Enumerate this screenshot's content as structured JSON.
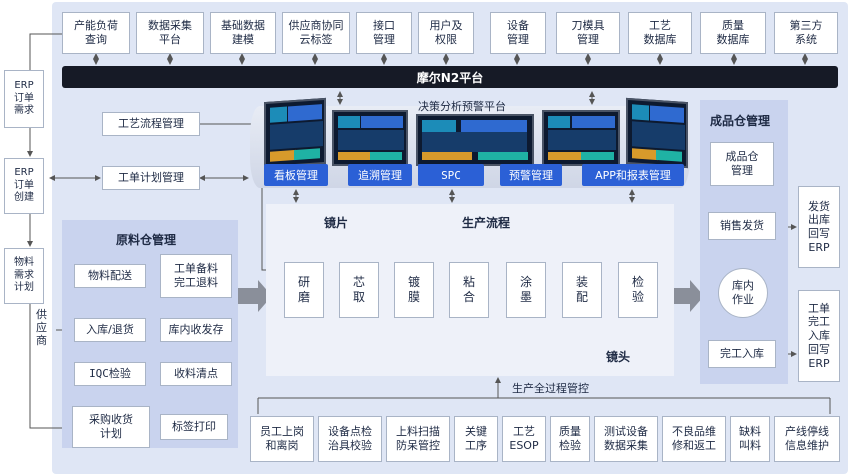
{
  "colors": {
    "panel": "#c9d3ee",
    "accent": "#2b60d6",
    "bar": "#161a26",
    "arrow": "#555555"
  },
  "top_modules": [
    {
      "id": "tm1",
      "label": "产能负荷\n查询"
    },
    {
      "id": "tm2",
      "label": "数据采集\n平台"
    },
    {
      "id": "tm3",
      "label": "基础数据\n建模"
    },
    {
      "id": "tm4",
      "label": "供应商协同\n云标签"
    },
    {
      "id": "tm5",
      "label": "接口\n管理"
    },
    {
      "id": "tm6",
      "label": "用户及\n权限"
    },
    {
      "id": "tm7",
      "label": "设备\n管理"
    },
    {
      "id": "tm8",
      "label": "刀模具\n管理"
    },
    {
      "id": "tm9",
      "label": "工艺\n数据库"
    },
    {
      "id": "tm10",
      "label": "质量\n数据库"
    },
    {
      "id": "tm11",
      "label": "第三方\n系统"
    }
  ],
  "platform_bar": "摩尔N2平台",
  "left_chain": [
    "ERP\n订单\n需求",
    "ERP\n订单\n创建",
    "物料\n需求\n计划"
  ],
  "supplier_label": "供\n应\n商",
  "process_mgmt": "工艺流程管理",
  "work_order_plan": "工单计划管理",
  "decision_title": "决策分析预警平台",
  "blue_buttons": [
    "看板管理",
    "追溯管理",
    "SPC",
    "预警管理",
    "APP和报表管理"
  ],
  "raw_warehouse": {
    "title": "原料仓管理",
    "items": {
      "delivery": "物料配送",
      "ticket": "工单备料\n完工退料",
      "in_out": "入库/退货",
      "stock": "库内收发存",
      "iqc": "IQC检验",
      "clear": "收料清点",
      "receive": "采购收货\n计划",
      "label_print": "标签打印"
    }
  },
  "production": {
    "lens_label": "镜片",
    "flow_label": "生产流程",
    "head_label": "镜头",
    "steps": [
      "研\n磨",
      "芯\n取",
      "镀\n膜",
      "粘\n合",
      "涂\n墨",
      "装\n配",
      "检\n验"
    ]
  },
  "finished_warehouse": {
    "title": "成品仓管理",
    "warehouse": "成品仓\n管理",
    "sales": "销售发货",
    "internal": "库内\n作业",
    "complete": "完工入库"
  },
  "right_outputs": [
    "发货\n出库\n回写\nERP",
    "工单\n完工\n入库\n回写\nERP"
  ],
  "bottom_label": "生产全过程管控",
  "bottom_items": [
    "员工上岗\n和离岗",
    "设备点检\n治具校验",
    "上料扫描\n防呆管控",
    "关键\n工序",
    "工艺\nESOP",
    "质量\n检验",
    "测试设备\n数据采集",
    "不良品维\n修和返工",
    "缺料\n叫料",
    "产线停线\n信息维护"
  ]
}
